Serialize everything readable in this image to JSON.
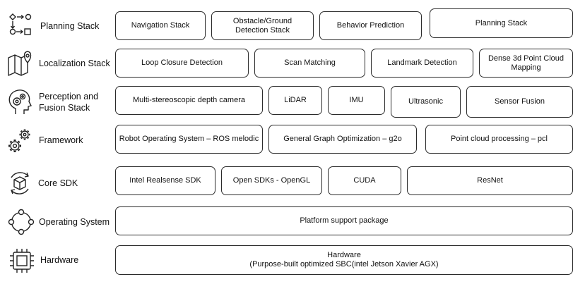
{
  "rows": [
    {
      "label": "Planning Stack",
      "icon": "flowchart-icon",
      "boxes": [
        "Navigation Stack",
        "Obstacle/Ground\nDetection Stack",
        "Behavior Prediction",
        "Planning Stack"
      ]
    },
    {
      "label": "Localization Stack",
      "icon": "map-pin-icon",
      "boxes": [
        "Loop   Closure Detection",
        "Scan Matching",
        "Landmark Detection",
        "Dense 3d Point Cloud\nMapping"
      ]
    },
    {
      "label": "Perception and\nFusion Stack",
      "icon": "head-gears-icon",
      "boxes": [
        "Multi-stereoscopic depth camera",
        "LiDAR",
        "IMU",
        "Ultrasonic",
        "Sensor Fusion"
      ]
    },
    {
      "label": "Framework",
      "icon": "gears-icon",
      "boxes": [
        "Robot Operating System – ROS melodic",
        "General Graph Optimization – g2o",
        "Point cloud processing  – pcl"
      ]
    },
    {
      "label": "Core SDK",
      "icon": "cube-cycle-icon",
      "boxes": [
        "Intel Realsense SDK",
        "Open SDKs - OpenGL",
        "CUDA",
        "ResNet"
      ]
    },
    {
      "label": "Operating System",
      "icon": "cycle-icon",
      "boxes": [
        "Platform support package"
      ]
    },
    {
      "label": "Hardware",
      "icon": "chip-icon",
      "boxes": [
        "Hardware\n(Purpose-built optimized SBC(intel Jetson Xavier AGX)"
      ]
    }
  ]
}
